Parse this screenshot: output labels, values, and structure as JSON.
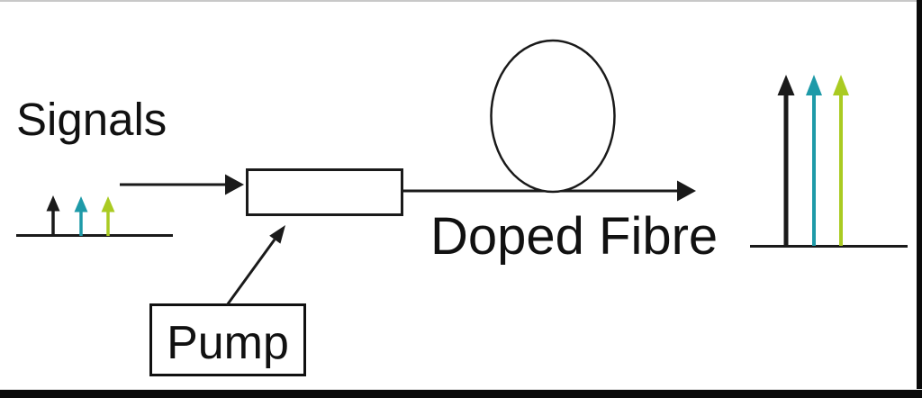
{
  "diagram": {
    "labels": {
      "signals": "Signals",
      "doped_fibre": "Doped Fibre",
      "pump": "Pump"
    },
    "colors": {
      "line": "#1a1a1a",
      "top_border": "#c8c8c8",
      "frame": "#0a0a0a",
      "background": "#ffffff"
    },
    "input_signals": {
      "arrow_colors": [
        "#1a1a1a",
        "#1e9aa8",
        "#aacb22"
      ]
    },
    "output_signals": {
      "arrow_colors": [
        "#1a1a1a",
        "#1e9aa8",
        "#aacb22"
      ]
    }
  }
}
